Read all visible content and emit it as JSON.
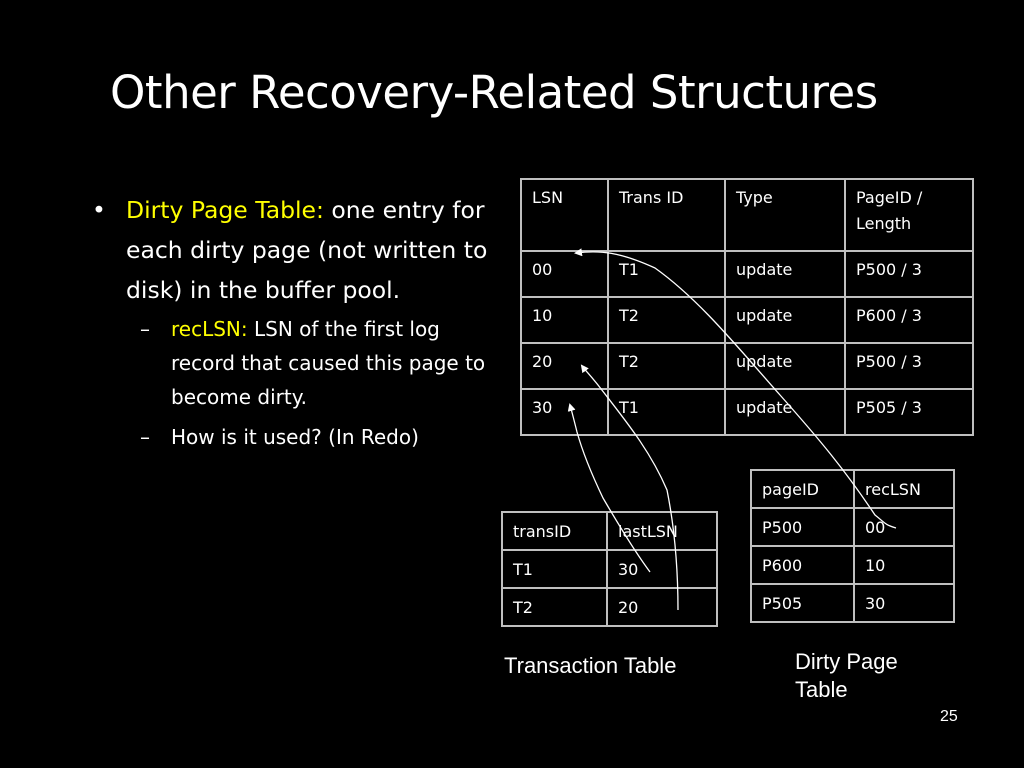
{
  "title": "Other Recovery-Related Structures",
  "bullet": {
    "marker": "•",
    "highlight": "Dirty Page Table:",
    "text": " one entry for each dirty page (not written to disk) in the buffer pool."
  },
  "sub_bullets": [
    {
      "marker": "–",
      "highlight": "recLSN:",
      "text": " LSN of the first log record that caused this page to become dirty."
    },
    {
      "marker": "–",
      "highlight": "",
      "text": "How is it used? (In Redo)"
    }
  ],
  "log_table": {
    "headers": [
      "LSN",
      "Trans ID",
      "Type",
      "PageID / Length"
    ],
    "rows": [
      [
        "00",
        "T1",
        "update",
        "P500 / 3"
      ],
      [
        "10",
        "T2",
        "update",
        "P600 / 3"
      ],
      [
        "20",
        "T2",
        "update",
        "P500 / 3"
      ],
      [
        "30",
        "T1",
        "update",
        "P505 / 3"
      ]
    ]
  },
  "transaction_table": {
    "caption": "Transaction Table",
    "headers": [
      "transID",
      "lastLSN"
    ],
    "rows": [
      [
        "T1",
        "30"
      ],
      [
        "T2",
        "20"
      ]
    ]
  },
  "dirty_page_table": {
    "caption": "Dirty Page Table",
    "headers": [
      "pageID",
      "recLSN"
    ],
    "rows": [
      [
        "P500",
        "00"
      ],
      [
        "P600",
        "10"
      ],
      [
        "P505",
        "30"
      ]
    ]
  },
  "slide_number": "25",
  "colors": {
    "background": "#000000",
    "text": "#ffffff",
    "highlight": "#ffff00",
    "table_border": "#bfbfbf"
  }
}
